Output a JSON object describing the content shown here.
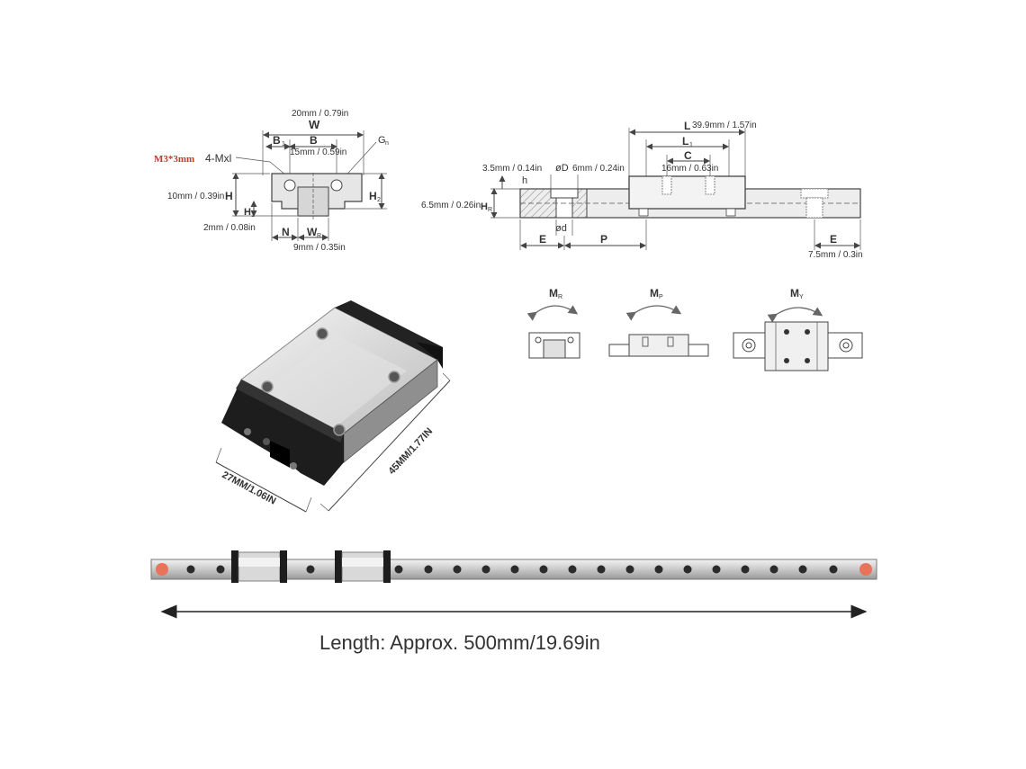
{
  "cross_section": {
    "annot_red": "M3*3mm",
    "annot_mx": "4-Mxl",
    "w_value": "20mm / 0.79in",
    "w": "W",
    "b1": "B",
    "b1_sub": "1",
    "b": "B",
    "b_value": "15mm / 0.59in",
    "gn": "G",
    "gn_sub": "n",
    "h_value": "10mm / 0.39in",
    "h": "H",
    "h1": "H",
    "h1_sub": "1",
    "h2": "H",
    "h2_sub": "2",
    "h1_value": "2mm / 0.08in",
    "n": "N",
    "wr": "W",
    "wr_sub": "R",
    "wr_value": "9mm / 0.35in"
  },
  "side_view": {
    "l_value": "39.9mm / 1.57in",
    "l": "L",
    "l1": "L",
    "l1_sub": "1",
    "c": "C",
    "c_value": "16mm / 0.63in",
    "h_value": "3.5mm / 0.14in",
    "h": "h",
    "d_big": "øD",
    "d_big_value": "6mm / 0.24in",
    "hr_value": "6.5mm / 0.26in",
    "hr": "H",
    "hr_sub": "R",
    "d_small": "ød",
    "e": "E",
    "p": "P",
    "e_right": "E",
    "e_value": "7.5mm / 0.3in"
  },
  "moments": {
    "mr": "M",
    "mr_sub": "R",
    "mp": "M",
    "mp_sub": "P",
    "my": "M",
    "my_sub": "Y"
  },
  "block_photo": {
    "width_label": "27MM/1.06IN",
    "length_label": "45MM/1.77IN"
  },
  "rail": {
    "length_label": "Length: Approx. 500mm/19.69in"
  },
  "colors": {
    "annot_red": "#c0392b",
    "rail_end_cap": "#e8735a"
  }
}
